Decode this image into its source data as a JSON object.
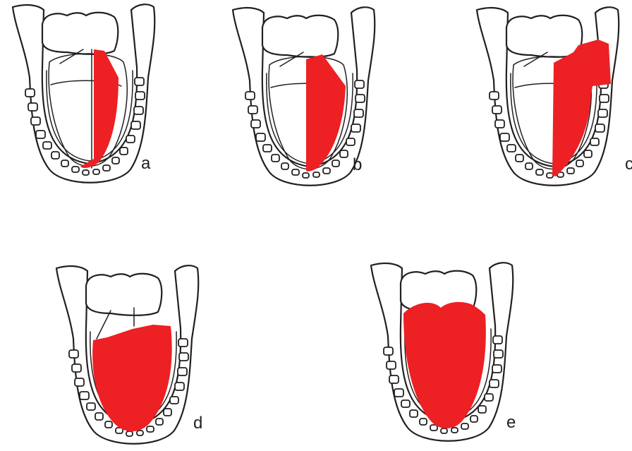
{
  "colors": {
    "resection": "#ed2024",
    "outline": "#231f20",
    "background": "#ffffff"
  },
  "panels": [
    {
      "label": "a",
      "resection": "lateral-strip"
    },
    {
      "label": "b",
      "resection": "hemi-anterior"
    },
    {
      "label": "c",
      "resection": "hemi-extended-base"
    },
    {
      "label": "d",
      "resection": "subtotal"
    },
    {
      "label": "e",
      "resection": "total"
    }
  ]
}
